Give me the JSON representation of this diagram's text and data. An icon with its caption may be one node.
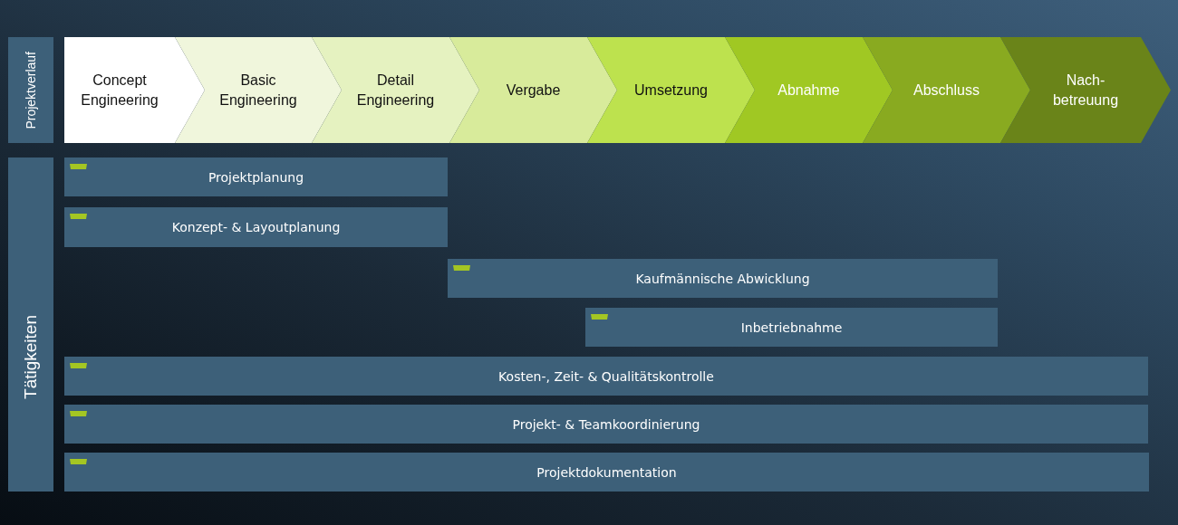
{
  "diagram": {
    "nodes": [
      {
        "text": [
          "Projektverlauf"
        ]
      },
      {
        "text": [
          "Concept Engineering"
        ]
      },
      {
        "text": [
          "Basic Engineering"
        ]
      },
      {
        "text": [
          "Detail Engineering"
        ]
      },
      {
        "text": [
          "Vergabe"
        ]
      },
      {
        "text": [
          "Umsetzung"
        ]
      },
      {
        "text": [
          "Abnahme"
        ]
      },
      {
        "text": [
          "Abschluss"
        ]
      },
      {
        "text": [
          "Nach- betreuung"
        ]
      },
      {
        "text": [
          "Tätigkeiten"
        ]
      },
      {
        "text": [
          "Projektplanung"
        ]
      },
      {
        "text": [
          "Konzept- & Layoutplanung"
        ]
      },
      {
        "text": [
          "Kaufmännische Abwicklung"
        ]
      },
      {
        "text": [
          "Inbetriebnahme"
        ]
      },
      {
        "text": [
          "Kosten-, Zeit- & Qualitätskontrolle"
        ]
      },
      {
        "text": [
          "Projekt- & Teamkoordinierung"
        ]
      },
      {
        "text": [
          "Projektdokumentation"
        ]
      }
    ]
  }
}
